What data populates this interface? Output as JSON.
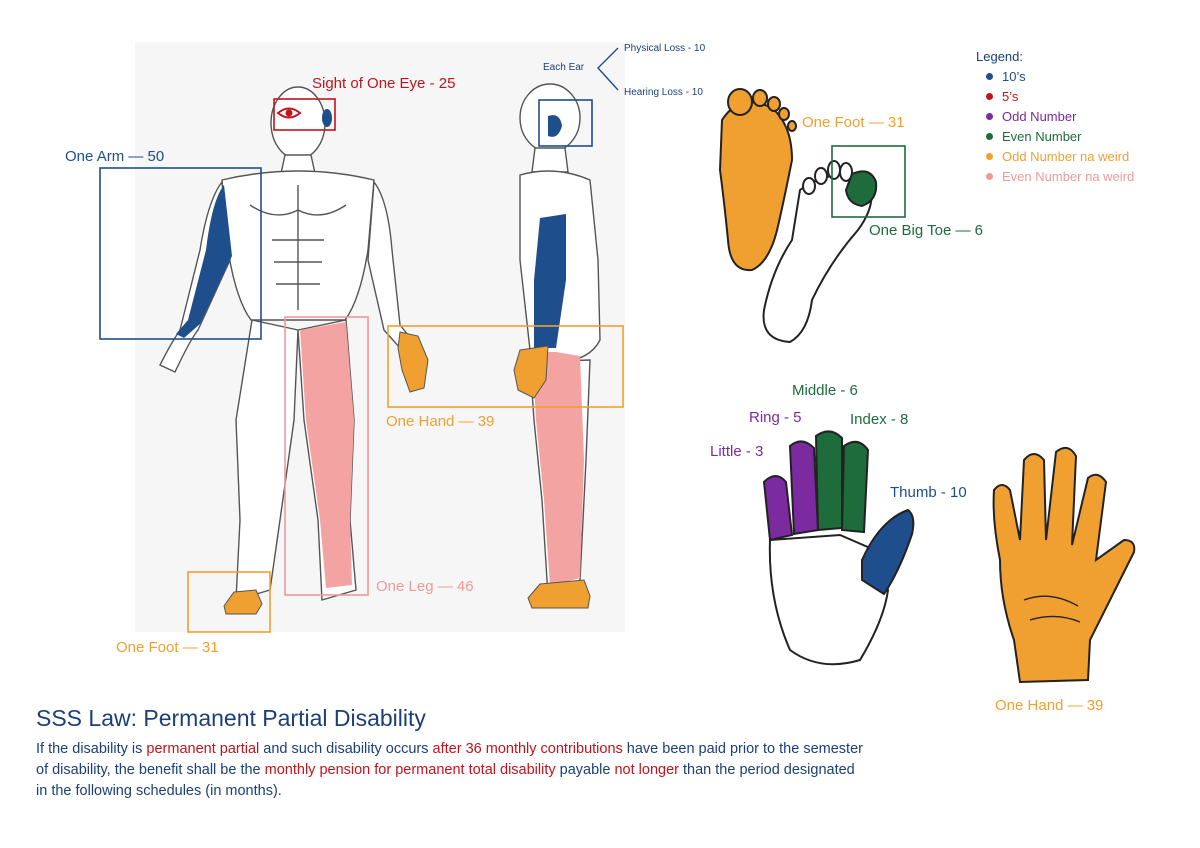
{
  "labels": {
    "sight_eye": "Sight of One Eye - 25",
    "one_arm": "One Arm — 50",
    "physical_loss": "Physical Loss - 10",
    "hearing_loss": "Hearing Loss - 10",
    "each_ear": "Each Ear",
    "one_foot_top": "One Foot — 31",
    "one_big_toe": "One Big Toe — 6",
    "one_hand_body": "One Hand — 39",
    "one_leg": "One Leg — 46",
    "one_foot_body": "One Foot — 31",
    "middle": "Middle - 6",
    "ring": "Ring - 5",
    "index": "Index - 8",
    "little": "Little - 3",
    "thumb": "Thumb - 10",
    "one_hand_right": "One Hand — 39"
  },
  "legend": {
    "title": "Legend:",
    "items": [
      {
        "label": "10’s",
        "color": "#1f4e8c"
      },
      {
        "label": "5’s",
        "color": "#c0141c"
      },
      {
        "label": "Odd Number",
        "color": "#7b2aa0"
      },
      {
        "label": "Even Number",
        "color": "#1e6b3c"
      },
      {
        "label": "Odd Number na weird",
        "color": "#f0a030"
      },
      {
        "label": "Even Number na weird",
        "color": "#ef9a9a"
      }
    ]
  },
  "footer": {
    "title": "SSS Law: Permanent Partial Disability",
    "p1": "If the disability is ",
    "h1": "permanent partial",
    "p2": " and such disability occurs ",
    "h2": "after 36 monthly contributions",
    "p3": " have been paid prior to the semester of disability, the benefit shall be the ",
    "h3": "monthly pension for permanent total disability",
    "p4": " payable ",
    "h4": "not longer",
    "p5": " than the period designated in the following schedules (in months)."
  },
  "colors": {
    "blue": "#1f4e8c",
    "red": "#c0141c",
    "orange": "#f0a030",
    "pink": "#ef9a9a",
    "green": "#1e6b3c",
    "purple": "#7b2aa0"
  }
}
